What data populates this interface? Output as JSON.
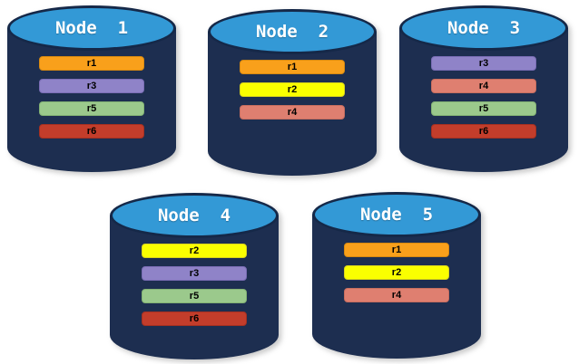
{
  "diagram": {
    "background": "#FFFFFF",
    "node_fill": "#1D2E50",
    "node_top_fill": "#3399D6",
    "node_outline": "#152848",
    "title_color": "#FFFFFF",
    "label_color": "#000000"
  },
  "replicas": {
    "r1": {
      "label": "r1",
      "fill": "#F9A01B",
      "border": "#D98A10"
    },
    "r2": {
      "label": "r2",
      "fill": "#FAFF00",
      "border": "#D9D41C"
    },
    "r3": {
      "label": "r3",
      "fill": "#8F83C8",
      "border": "#7A6DB5"
    },
    "r4": {
      "label": "r4",
      "fill": "#DF7F70",
      "border": "#C76E5F"
    },
    "r5": {
      "label": "r5",
      "fill": "#9BC98C",
      "border": "#83B274"
    },
    "r6": {
      "label": "r6",
      "fill": "#C33D2B",
      "border": "#A53021"
    }
  },
  "nodes": [
    {
      "title": "Node  1",
      "replicas": [
        "r1",
        "r3",
        "r5",
        "r6"
      ]
    },
    {
      "title": "Node  2",
      "replicas": [
        "r1",
        "r2",
        "r4"
      ]
    },
    {
      "title": "Node  3",
      "replicas": [
        "r3",
        "r4",
        "r5",
        "r6"
      ]
    },
    {
      "title": "Node  4",
      "replicas": [
        "r2",
        "r3",
        "r5",
        "r6"
      ]
    },
    {
      "title": "Node  5",
      "replicas": [
        "r1",
        "r2",
        "r4"
      ]
    }
  ]
}
